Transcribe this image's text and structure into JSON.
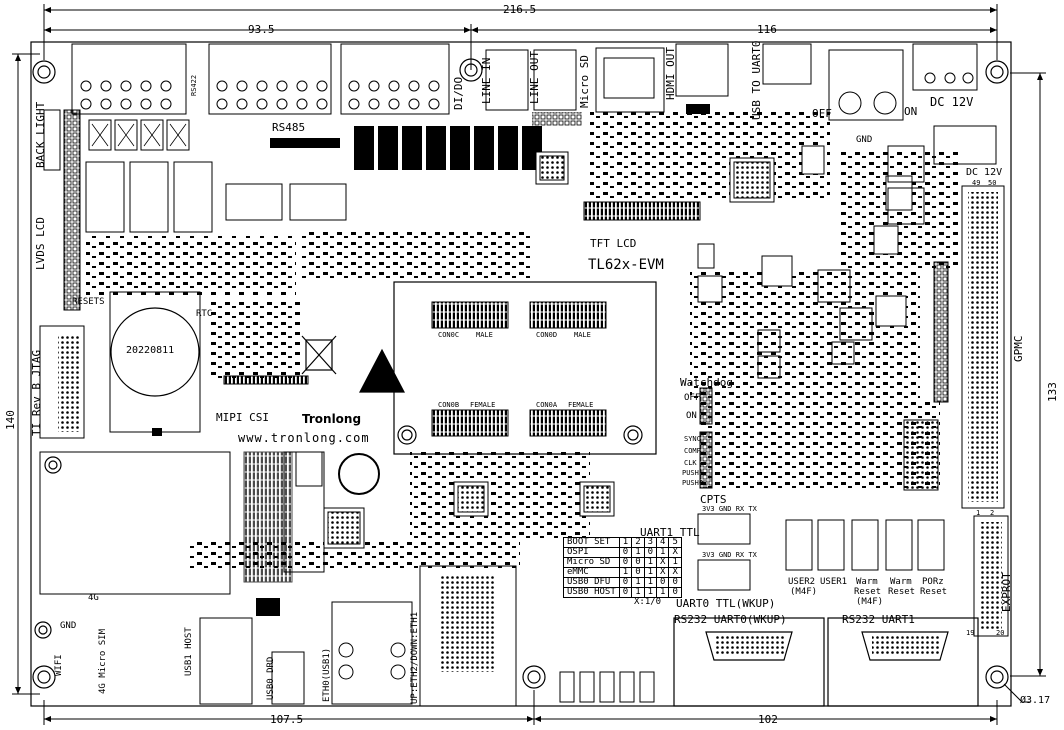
{
  "dimensions": {
    "width_total": "216.5",
    "width_left": "93.5",
    "width_right": "116",
    "height_total": "140",
    "height_right": "133",
    "bottom_left": "107.5",
    "bottom_right": "102",
    "hole": "Ø3.17"
  },
  "board": {
    "name": "TL62x-EVM",
    "brand": "Tronlong",
    "website": "www.tronlong.com",
    "date_code": "20220811"
  },
  "labels": {
    "back_light": "BACK LIGHT",
    "lvds_lcd": "LVDS LCD",
    "rs485": "RS485",
    "rs422": "RS422",
    "di_do": "DI/DO",
    "line_in": "LINE IN",
    "line_out": "LINE OUT",
    "micro_sd": "Micro SD",
    "hdmi_out": "HDMI OUT",
    "usb_to_uart0": "USB TO UART0",
    "off": "OFF",
    "on": "ON",
    "dc12v": "DC 12V",
    "dc12v_2": "DC 12V",
    "tft_lcd": "TFT LCD",
    "gpmc": "GPMC",
    "resets": "RESETS",
    "rtc": "RTC",
    "jtag": "TI Rev B JTAG",
    "mipi_csi": "MIPI CSI",
    "watchdog": "Watchdog",
    "wd_off": "OFF",
    "wd_on": "ON",
    "cpts": "CPTS",
    "uart1_ttl": "UART1 TTL",
    "uart0_ttl": "UART0 TTL(WKUP)",
    "rs232_uart0": "RS232 UART0(WKUP)",
    "rs232_uart1": "RS232 UART1",
    "user2": "USER2",
    "user2_sub": "(M4F)",
    "user1": "USER1",
    "warm_reset_m4f": "Warm",
    "warm_reset_m4f_2": "Reset",
    "warm_reset_m4f_3": "(M4F)",
    "warm_reset": "Warm",
    "warm_reset_2": "Reset",
    "porz": "PORz",
    "porz_2": "Reset",
    "exprot": "EXPROT",
    "four_g": "4G",
    "gnd": "GND",
    "gnd2": "GND",
    "wifi": "WIFI",
    "micro_sim": "4G Micro SIM",
    "usb1_host": "USB1 HOST",
    "usb0_drd": "USB0 DRD",
    "eth0": "ETH0(USB1)",
    "eth_up": "UP:ETH2/DOWN:ETH1",
    "conn_c": "CON0C",
    "conn_d": "CON0D",
    "conn_b": "CON0B",
    "conn_a": "CON0A",
    "male": "MALE",
    "male2": "MALE",
    "female": "FEMALE",
    "female2": "FEMALE",
    "sync": "SYNC",
    "comp": "COMP",
    "clk": "CLK",
    "push1": "PUSH1",
    "push0": "PUSH0",
    "pin49": "49",
    "pin50": "50",
    "pin1": "1",
    "pin2": "2",
    "pin19": "19",
    "pin20": "20",
    "ttl_pins": "3V3 GND RX TX",
    "ttl_pins2": "3V3 GND RX TX",
    "x10": "X:1/0"
  },
  "boot_table": {
    "header": [
      "BOOT SET",
      "1",
      "2",
      "3",
      "4",
      "5"
    ],
    "rows": [
      [
        "OSPI",
        "0",
        "1",
        "0",
        "1",
        "X"
      ],
      [
        "Micro SD",
        "0",
        "0",
        "1",
        "X",
        "1"
      ],
      [
        "eMMC",
        "1",
        "0",
        "1",
        "X",
        "X"
      ],
      [
        "USB0 DFU",
        "0",
        "1",
        "1",
        "0",
        "0"
      ],
      [
        "USB0 HOST",
        "0",
        "1",
        "1",
        "1",
        "0"
      ]
    ]
  }
}
